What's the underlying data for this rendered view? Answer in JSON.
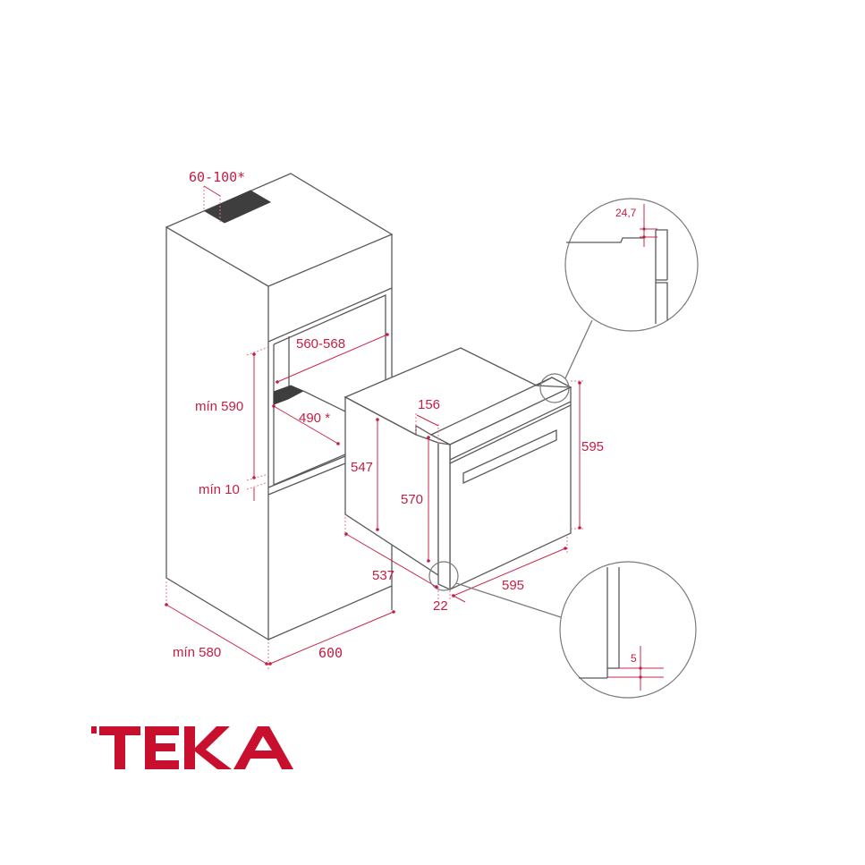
{
  "brand": {
    "name": "TEKA",
    "color": "#c8102e"
  },
  "diagram": {
    "type": "oven-installation-dimensions",
    "units": "mm",
    "colors": {
      "line": "#5a5a5a",
      "dimension": "#c41e43"
    },
    "cabinet_labels": {
      "ventilation_gap": "60-100*",
      "niche_width": "560-568",
      "niche_depth": "490 *",
      "niche_height": "mín 590",
      "bottom_gap": "mín 10",
      "cabinet_depth": "mín 580",
      "cabinet_width": "600"
    },
    "oven_labels": {
      "body_height": "547",
      "front_inset": "156",
      "inner_height": "570",
      "total_height": "595",
      "depth": "537",
      "width": "595",
      "door_thickness": "22"
    },
    "detail_top": {
      "label": "24,7"
    },
    "detail_bottom": {
      "label": "5"
    }
  }
}
